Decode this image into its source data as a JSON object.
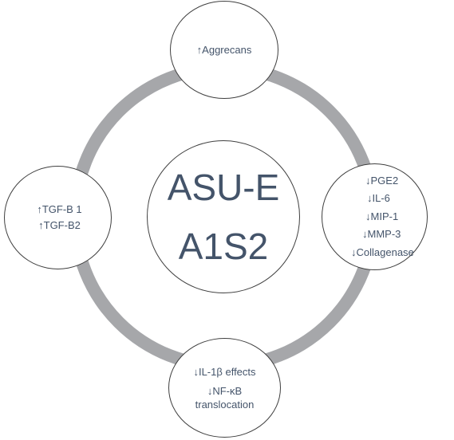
{
  "colors": {
    "ring": "#a6a7aa",
    "node_border": "#3f3f3f",
    "text": "#44546a",
    "background": "#ffffff"
  },
  "center": {
    "line1": "ASU-E",
    "line2": "A1S2"
  },
  "top_node": {
    "line1": "↑Aggrecans"
  },
  "left_node": {
    "line1": "↑TGF-B 1",
    "line2": "↑TGF-B2"
  },
  "right_node": {
    "line1": "↓PGE2",
    "line2": "↓IL-6",
    "line3": "↓MIP-1",
    "line4": "↓MMP-3",
    "line5": "↓Collagenase"
  },
  "bottom_node": {
    "line1": "↓IL-1β effects",
    "line2": "↓NF-κB",
    "line3": "translocation"
  }
}
